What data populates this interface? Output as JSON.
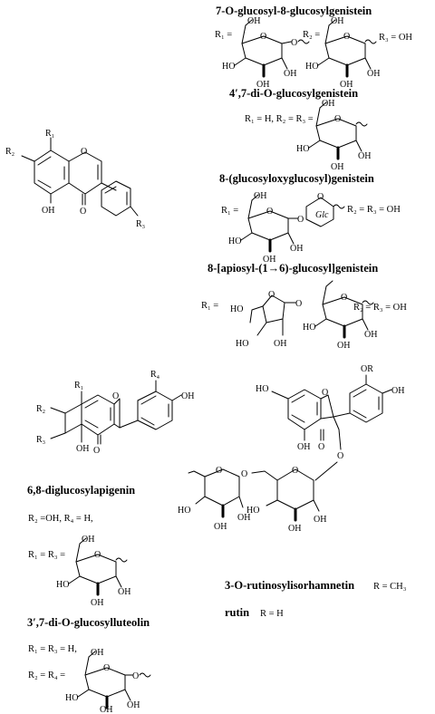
{
  "titles": {
    "t1": "7-O-glucosyl-8-glucosylgenistein",
    "t2": "4′,7-di-O-glucosylgenistein",
    "t3": "8-(glucosyloxyglucosyl)genistein",
    "t4": "8-[apiosyl-(1→6)-glucosyl]genistein",
    "t5": "6,8-diglucosylapigenin",
    "t6": "3′,7-di-O-glucosylluteolin",
    "t7": "3-O-rutinosylisorhamnetin",
    "t8": "rutin"
  },
  "labels": {
    "t1_r1": "R₁ =",
    "t1_r2": "R₂ =",
    "t1_r3": "R₃ = OH",
    "t2_r": "R₁ = H,  R₂ = R₃ =",
    "t3_r1": "R₁ =",
    "t3_r23": "R₂ = R₃ = OH",
    "t4_r1": "R₁ =",
    "t4_r23": "R₂ = R₃ = OH",
    "t5_a": "R₂ =OH,  R₄ = H,",
    "t5_b": "R₁ = R₃ =",
    "t6_a": "R₁ = R₃ = H,",
    "t6_b": "R₂ = R₄ =",
    "t7_r": "R = CH₃",
    "t8_r": "R = H"
  },
  "atoms": {
    "O": "O",
    "OH": "OH",
    "HO": "HO",
    "OR": "OR",
    "R1": "R₁",
    "R2": "R₂",
    "R3": "R₃",
    "R4": "R₄",
    "Glc": "Glc"
  }
}
